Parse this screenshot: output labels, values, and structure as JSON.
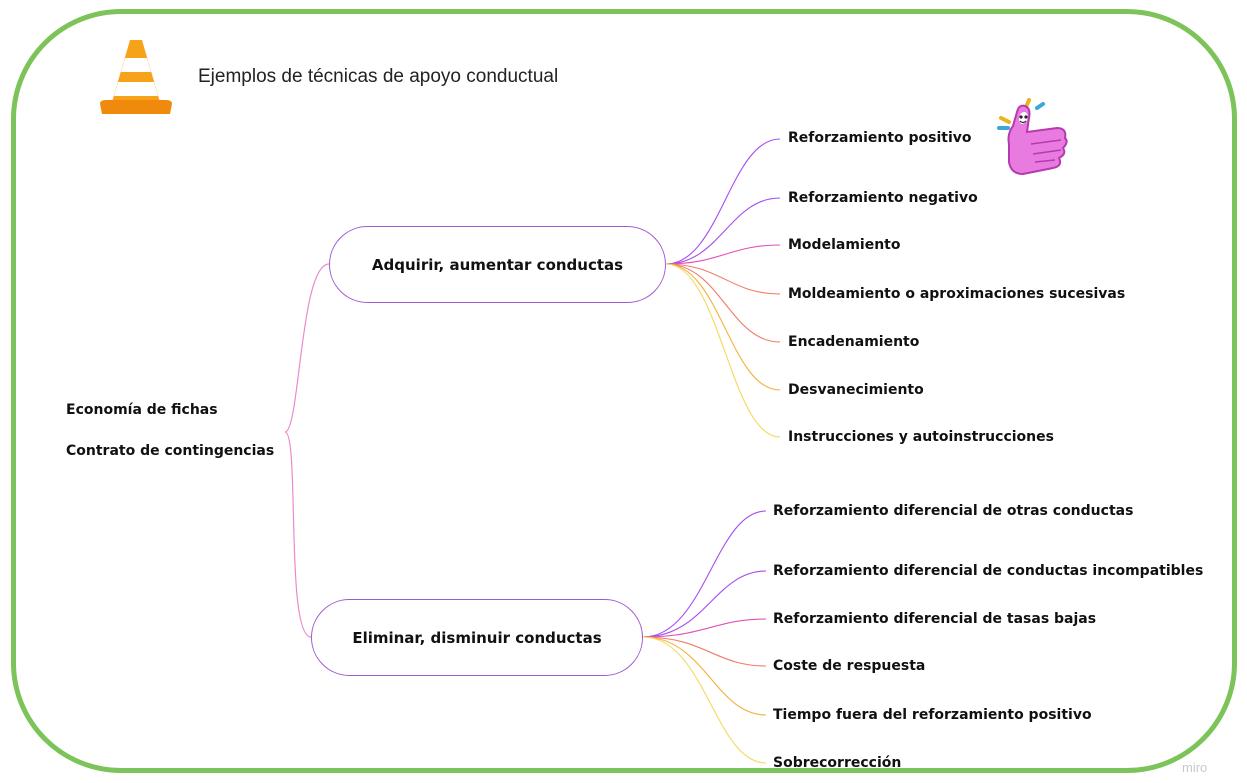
{
  "title": "Ejemplos de técnicas de apoyo conductual",
  "root": {
    "line1": "Economía de fichas",
    "line2": "Contrato de contingencias"
  },
  "branches": [
    {
      "label": "Adquirir, aumentar conductas",
      "children": [
        "Reforzamiento positivo",
        "Reforzamiento negativo",
        "Modelamiento",
        "Moldeamiento o aproximaciones sucesivas",
        "Encadenamiento",
        "Desvanecimiento",
        "Instrucciones y autoinstrucciones"
      ]
    },
    {
      "label": "Eliminar, disminuir conductas",
      "children": [
        "Reforzamiento diferencial de otras conductas",
        "Reforzamiento diferencial de conductas incompatibles",
        "Reforzamiento diferencial de tasas bajas",
        "Coste de respuesta",
        "Tiempo fuera del reforzamiento positivo",
        "Sobrecorrección"
      ]
    }
  ],
  "icons": {
    "cone": "traffic-cone-icon",
    "thumb": "thumbs-up-sticker-icon"
  },
  "colors": {
    "frame": "#7cc35a",
    "pill_border": "#a05ad0",
    "link_gradient": [
      "#a64df0",
      "#e052b8",
      "#f27a6a",
      "#f2b13a",
      "#f5d85c"
    ]
  },
  "watermark": "miro"
}
